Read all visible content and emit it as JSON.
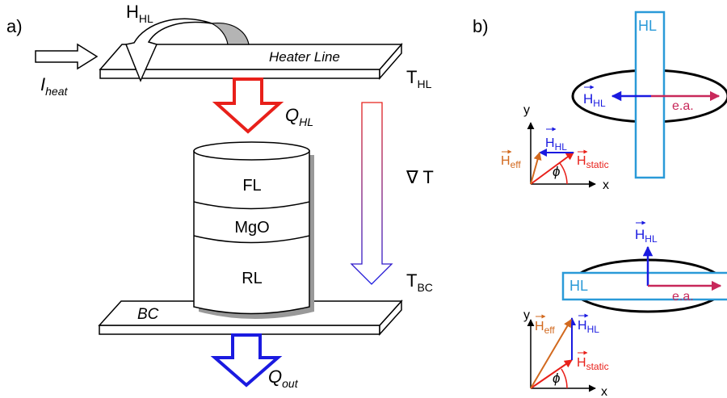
{
  "panel_a": {
    "label": "a)",
    "hhl_main": "H",
    "hhl_sub": "HL",
    "heater_line": "Heater Line",
    "iheat_main": "I",
    "iheat_sub": "heat",
    "thl_main": "T",
    "thl_sub": "HL",
    "qhl_main": "Q",
    "qhl_sub": "HL",
    "grad_t": "∇ T",
    "fl": "FL",
    "mgo": "MgO",
    "rl": "RL",
    "tbc_main": "T",
    "tbc_sub": "BC",
    "bc": "BC",
    "qout_main": "Q",
    "qout_sub": "out"
  },
  "panel_b": {
    "label": "b)",
    "hl": "HL",
    "vec_h": "H",
    "vec_hl_sub": "HL",
    "vec_eff_sub": "eff",
    "vec_static_sub": "static",
    "ea": "e.a.",
    "phi": "ϕ",
    "axis_x": "x",
    "axis_y": "y"
  },
  "colors": {
    "red": "#e8201a",
    "blue": "#1a1ae0",
    "magenta": "#c8285a",
    "orange": "#d2691e",
    "cyan": "#2a9ad8",
    "gray": "#b4b4b4"
  }
}
